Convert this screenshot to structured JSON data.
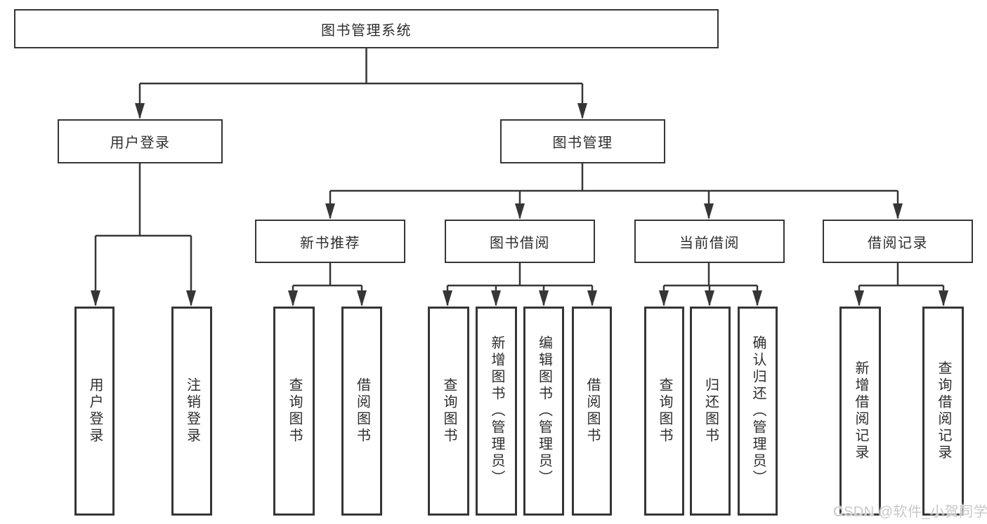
{
  "tree": {
    "label": "图书管理系统",
    "children": [
      {
        "label": "用户登录",
        "children": [
          {
            "label": "用户登录"
          },
          {
            "label": "注销登录"
          }
        ]
      },
      {
        "label": "图书管理",
        "children": [
          {
            "label": "新书推荐",
            "children": [
              {
                "label": "查询图书"
              },
              {
                "label": "借阅图书"
              }
            ]
          },
          {
            "label": "图书借阅",
            "children": [
              {
                "label": "查询图书"
              },
              {
                "label": "新增图书（管理员）"
              },
              {
                "label": "编辑图书（管理员）"
              },
              {
                "label": "借阅图书"
              }
            ]
          },
          {
            "label": "当前借阅",
            "children": [
              {
                "label": "查询图书"
              },
              {
                "label": "归还图书"
              },
              {
                "label": "确认归还（管理员）"
              }
            ]
          },
          {
            "label": "借阅记录",
            "children": [
              {
                "label": "新增借阅记录"
              },
              {
                "label": "查询借阅记录"
              }
            ]
          }
        ]
      }
    ]
  },
  "watermark": {
    "text": "CSDN @软件_小贺同学"
  },
  "colors": {
    "line": "#363636",
    "box_border": "#363636",
    "text": "#2e2e2e",
    "watermark": "#c8c8c8",
    "background": "#ffffff"
  }
}
